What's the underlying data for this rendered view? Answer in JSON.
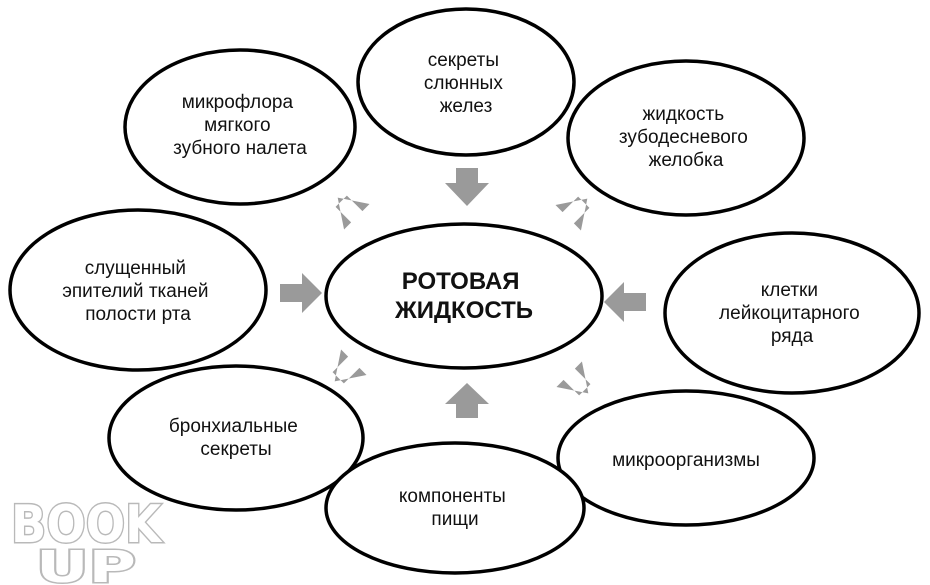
{
  "center": {
    "lines": [
      "РОТОВАЯ",
      "ЖИДКОСТЬ"
    ]
  },
  "sources": [
    {
      "id": "saliva",
      "lines": [
        "секреты",
        "слюнных",
        "желез"
      ]
    },
    {
      "id": "gingival-fluid",
      "lines": [
        "жидкость",
        "зубодесневого",
        "желобка"
      ]
    },
    {
      "id": "leukocytes",
      "lines": [
        "клетки",
        "лейкоцитарного",
        "ряда"
      ]
    },
    {
      "id": "microorganisms",
      "lines": [
        "микроорганизмы"
      ]
    },
    {
      "id": "food",
      "lines": [
        "компоненты",
        "пищи"
      ]
    },
    {
      "id": "bronchial",
      "lines": [
        "бронхиальные",
        "секреты"
      ]
    },
    {
      "id": "epithelium",
      "lines": [
        "слущенный",
        "эпителий тканей",
        "полости рта"
      ]
    },
    {
      "id": "plaque-microflora",
      "lines": [
        "микрофлора",
        "мягкого",
        "зубного налета"
      ]
    }
  ],
  "watermark": {
    "line1": "BOOK",
    "line2": "UP"
  }
}
